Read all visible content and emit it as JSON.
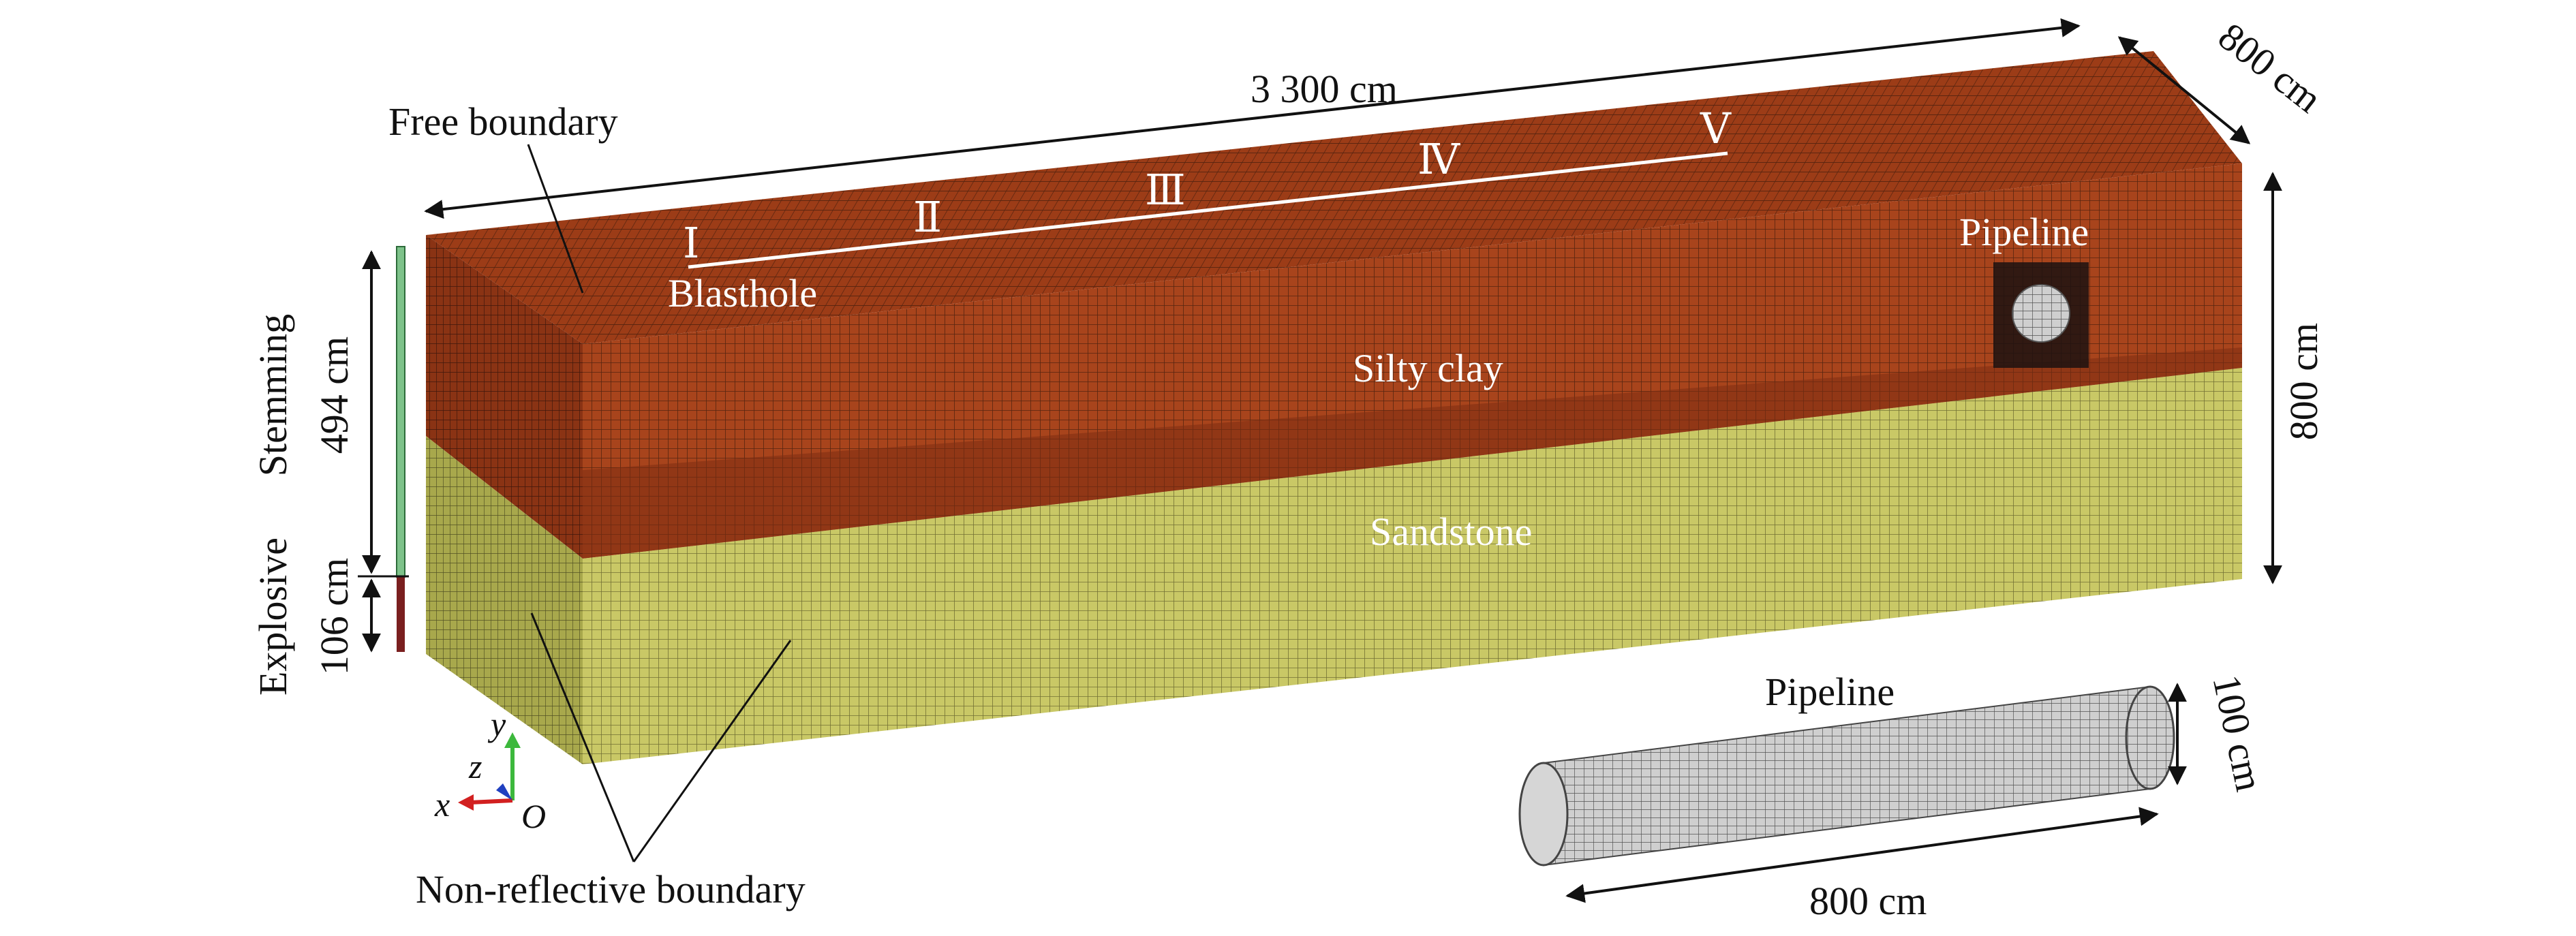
{
  "model": {
    "colors": {
      "clay": "#a8441c",
      "clay_dark": "#8a3314",
      "sand": "#c8c865",
      "sand_dark": "#a7a74a",
      "pipe": "#c9c9c9",
      "mesh_line": "#2a1a10",
      "stemming": "#7ec28a",
      "explosive": "#7a1f1f"
    },
    "labels": {
      "free_boundary": "Free boundary",
      "blasthole": "Blasthole",
      "silty_clay": "Silty clay",
      "sandstone": "Sandstone",
      "pipeline_box": "Pipeline",
      "pipeline_detail": "Pipeline",
      "non_reflective": "Non-reflective boundary"
    },
    "sections": [
      "Ⅰ",
      "Ⅱ",
      "Ⅲ",
      "Ⅳ",
      "Ⅴ"
    ],
    "dimensions": {
      "length": "3 300 cm",
      "width": "800 cm",
      "height": "800 cm",
      "pipe_diameter": "100 cm",
      "pipe_length": "800 cm"
    },
    "charge": {
      "stemming_label": "Stemming",
      "stemming_length": "494 cm",
      "explosive_label": "Explosive",
      "explosive_length": "106 cm"
    },
    "axes": {
      "x": "x",
      "y": "y",
      "z": "z",
      "origin": "O"
    }
  }
}
